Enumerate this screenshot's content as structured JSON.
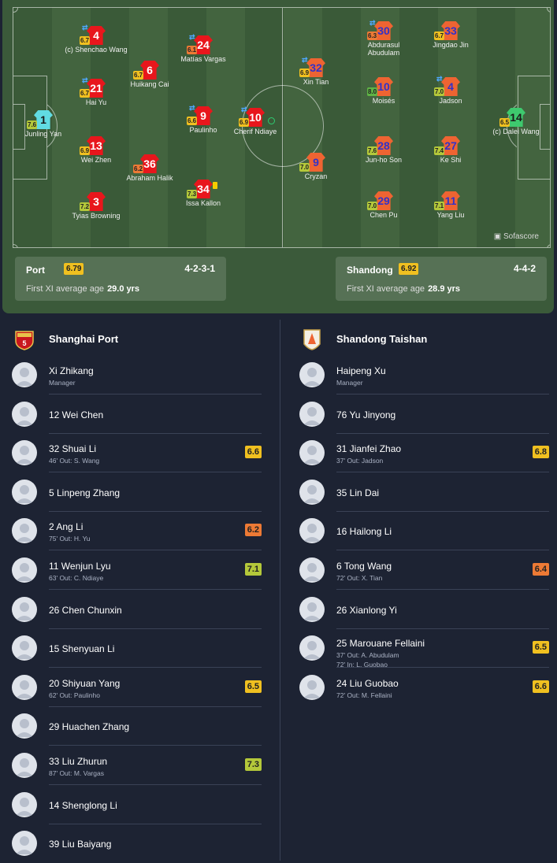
{
  "home": {
    "short": "Port",
    "rating": "6.79",
    "formation": "4-2-3-1",
    "age_label": "First XI average age",
    "age": "29.0 yrs",
    "name": "Shanghai Port"
  },
  "away": {
    "short": "Shandong",
    "rating": "6.92",
    "formation": "4-4-2",
    "age_label": "First XI average age",
    "age": "28.9 yrs",
    "name": "Shandong Taishan"
  },
  "brand": "Sofascore",
  "colors": {
    "home_kit": "#e8161c",
    "away_kit": "#ee6432",
    "home_gk": "#61dbe3",
    "away_gk": "#3ec96e"
  },
  "home_players": [
    {
      "num": "1",
      "name": "Junling Yan",
      "rating": "7.6"
    },
    {
      "num": "4",
      "name": "(c) Shenchao Wang",
      "rating": "6.7"
    },
    {
      "num": "21",
      "name": "Hai Yu",
      "rating": "6.7"
    },
    {
      "num": "13",
      "name": "Wei Zhen",
      "rating": "6.9"
    },
    {
      "num": "3",
      "name": "Tyias Browning",
      "rating": "7.2"
    },
    {
      "num": "6",
      "name": "Huikang Cai",
      "rating": "6.7"
    },
    {
      "num": "36",
      "name": "Abraham Halik",
      "rating": "6.2"
    },
    {
      "num": "24",
      "name": "Matías Vargas",
      "rating": "6.1"
    },
    {
      "num": "9",
      "name": "Paulinho",
      "rating": "6.6"
    },
    {
      "num": "34",
      "name": "Issa Kallon",
      "rating": "7.3"
    },
    {
      "num": "10",
      "name": "Cherif Ndiaye",
      "rating": "6.9"
    }
  ],
  "away_players": [
    {
      "num": "14",
      "name": "(c) Dalei Wang",
      "rating": "6.5"
    },
    {
      "num": "33",
      "name": "Jingdao Jin",
      "rating": "6.7"
    },
    {
      "num": "4",
      "name": "Jadson",
      "rating": "7.0"
    },
    {
      "num": "27",
      "name": "Ke Shi",
      "rating": "7.4"
    },
    {
      "num": "11",
      "name": "Yang Liu",
      "rating": "7.1"
    },
    {
      "num": "30",
      "name": "Abdurasul Abudulam",
      "rating": "6.3"
    },
    {
      "num": "10",
      "name": "Moisés",
      "rating": "8.0"
    },
    {
      "num": "28",
      "name": "Jun-ho Son",
      "rating": "7.6"
    },
    {
      "num": "29",
      "name": "Chen Pu",
      "rating": "7.0"
    },
    {
      "num": "32",
      "name": "Xin Tian",
      "rating": "6.9"
    },
    {
      "num": "9",
      "name": "Cryzan",
      "rating": "7.0"
    }
  ],
  "home_bench": [
    {
      "name": "Xi Zhikang",
      "detail": "Manager"
    },
    {
      "name": "12 Wei Chen"
    },
    {
      "name": "32 Shuai Li",
      "detail": "46' Out: S. Wang",
      "rating": "6.6"
    },
    {
      "name": "5 Linpeng Zhang"
    },
    {
      "name": "2 Ang Li",
      "detail": "75' Out: H. Yu",
      "rating": "6.2"
    },
    {
      "name": "11 Wenjun Lyu",
      "detail": "63' Out: C. Ndiaye",
      "rating": "7.1"
    },
    {
      "name": "26 Chen Chunxin"
    },
    {
      "name": "15 Shenyuan Li"
    },
    {
      "name": "20 Shiyuan Yang",
      "detail": "62' Out: Paulinho",
      "rating": "6.5"
    },
    {
      "name": "29 Huachen Zhang"
    },
    {
      "name": "33 Liu Zhurun",
      "detail": "87' Out: M. Vargas",
      "rating": "7.3"
    },
    {
      "name": "14 Shenglong Li"
    },
    {
      "name": "39 Liu Baiyang"
    }
  ],
  "away_bench": [
    {
      "name": "Haipeng Xu",
      "detail": "Manager"
    },
    {
      "name": "76 Yu Jinyong"
    },
    {
      "name": "31 Jianfei Zhao",
      "detail": "37' Out: Jadson",
      "rating": "6.8"
    },
    {
      "name": "35 Lin Dai"
    },
    {
      "name": "16 Hailong Li"
    },
    {
      "name": "6 Tong Wang",
      "detail": "72' Out: X. Tian",
      "rating": "6.4"
    },
    {
      "name": "26 Xianlong Yi"
    },
    {
      "name": "25 Marouane Fellaini",
      "detail": "37' Out: A. Abudulam",
      "detail2": "72' In: L. Guobao",
      "rating": "6.5"
    },
    {
      "name": "24 Liu Guobao",
      "detail": "72' Out: M. Fellaini",
      "rating": "6.6"
    }
  ]
}
